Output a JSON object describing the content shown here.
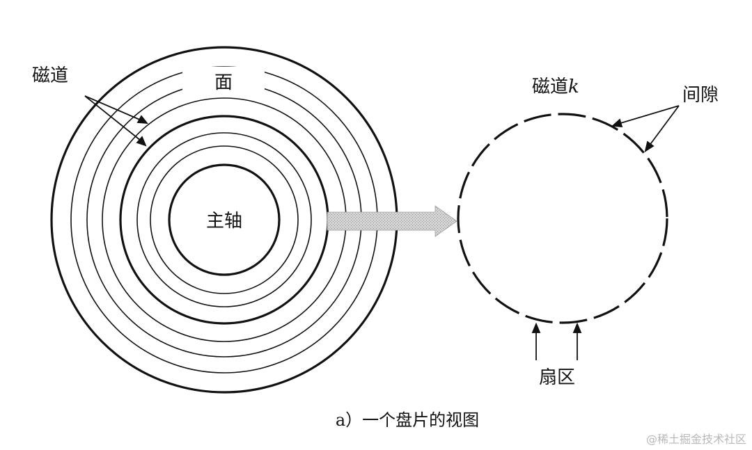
{
  "labels": {
    "tracks": "磁道",
    "surface": "面",
    "spindle": "主轴",
    "track_k_prefix": "磁道",
    "track_k_var": "k",
    "gap": "间隙",
    "sector": "扇区",
    "caption": "a）一个盘片的视图"
  },
  "watermark": "@稀土掘金技术社区",
  "colors": {
    "ink": "#111111",
    "arrow_fill": "#c9c9c9",
    "background": "#ffffff"
  }
}
